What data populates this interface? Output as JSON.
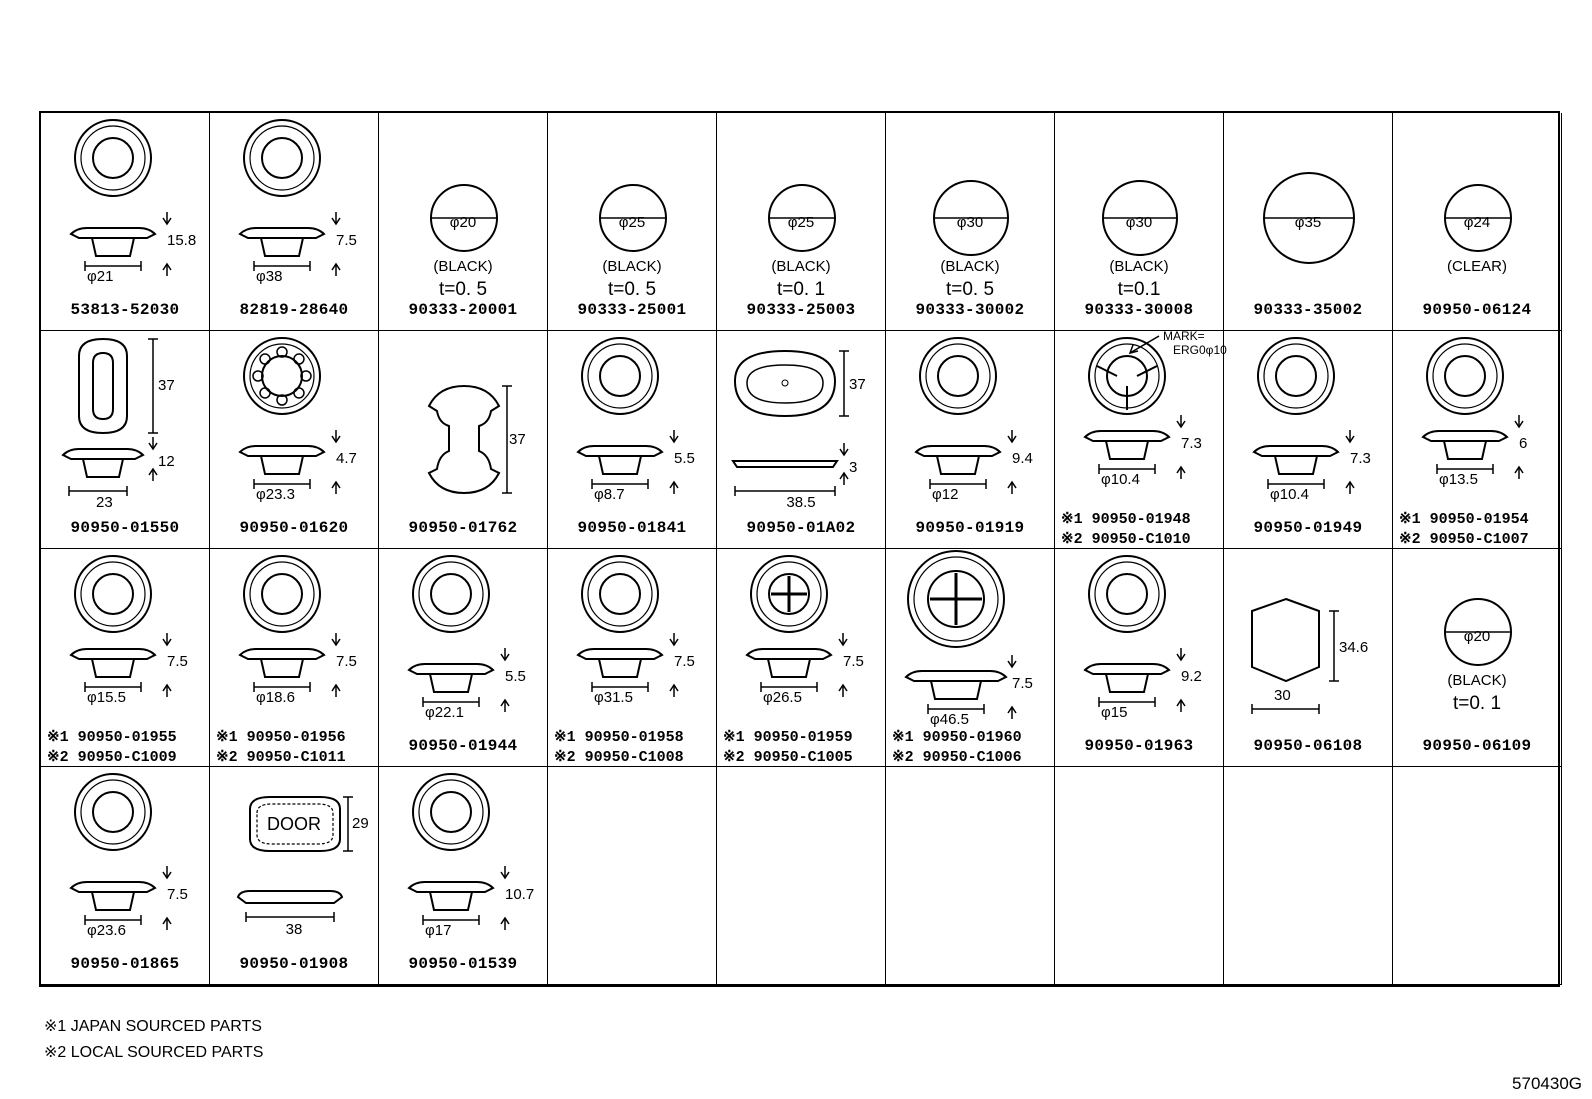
{
  "cells": [
    {
      "part": "53813-52030",
      "dims": [
        "15.8",
        "φ21"
      ]
    },
    {
      "part": "82819-28640",
      "dims": [
        "7.5",
        "φ38"
      ]
    },
    {
      "part": "90333-20001",
      "circle": "φ20",
      "color": "(BLACK)",
      "thickness": "t=0. 5"
    },
    {
      "part": "90333-25001",
      "circle": "φ25",
      "color": "(BLACK)",
      "thickness": "t=0. 5"
    },
    {
      "part": "90333-25003",
      "circle": "φ25",
      "color": "(BLACK)",
      "thickness": "t=0. 1"
    },
    {
      "part": "90333-30002",
      "circle": "φ30",
      "color": "(BLACK)",
      "thickness": "t=0. 5"
    },
    {
      "part": "90333-30008",
      "circle": "φ30",
      "color": "(BLACK)",
      "thickness": "t=0.1"
    },
    {
      "part": "90333-35002",
      "circle": "φ35"
    },
    {
      "part": "90950-06124",
      "circle": "φ24",
      "color": "(CLEAR)"
    },
    {
      "part": "90950-01550",
      "dims": [
        "37",
        "12",
        "23"
      ]
    },
    {
      "part": "90950-01620",
      "dims": [
        "4.7",
        "φ23.3"
      ]
    },
    {
      "part": "90950-01762",
      "dims": [
        "37"
      ]
    },
    {
      "part": "90950-01841",
      "dims": [
        "5.5",
        "φ8.7"
      ]
    },
    {
      "part": "90950-01A02",
      "dims": [
        "37",
        "3",
        "38.5"
      ]
    },
    {
      "part": "90950-01919",
      "dims": [
        "9.4",
        "φ12"
      ]
    },
    {
      "mark": "MARK=",
      "mark2": "ERG0φ10",
      "dims": [
        "7.3",
        "φ10.4"
      ],
      "note1": "※1 90950-01948",
      "note2": "※2 90950-C1010"
    },
    {
      "part": "90950-01949",
      "dims": [
        "7.3",
        "φ10.4"
      ]
    },
    {
      "dims": [
        "6",
        "φ13.5"
      ],
      "note1": "※1 90950-01954",
      "note2": "※2 90950-C1007"
    },
    {
      "dims": [
        "7.5",
        "φ15.5"
      ],
      "note1": "※1 90950-01955",
      "note2": "※2 90950-C1009"
    },
    {
      "dims": [
        "7.5",
        "φ18.6"
      ],
      "note1": "※1 90950-01956",
      "note2": "※2 90950-C1011"
    },
    {
      "part": "90950-01944",
      "dims": [
        "5.5",
        "φ22.1"
      ]
    },
    {
      "dims": [
        "7.5",
        "φ31.5"
      ],
      "note1": "※1 90950-01958",
      "note2": "※2 90950-C1008"
    },
    {
      "dims": [
        "7.5",
        "φ26.5"
      ],
      "note1": "※1 90950-01959",
      "note2": "※2 90950-C1005"
    },
    {
      "dims": [
        "7.5",
        "φ46.5"
      ],
      "note1": "※1 90950-01960",
      "note2": "※2 90950-C1006"
    },
    {
      "part": "90950-01963",
      "dims": [
        "9.2",
        "φ15"
      ]
    },
    {
      "part": "90950-06108",
      "dims": [
        "34.6",
        "30"
      ]
    },
    {
      "part": "90950-06109",
      "circle": "φ20",
      "color": "(BLACK)",
      "thickness": "t=0. 1"
    },
    {
      "part": "90950-01865",
      "dims": [
        "7.5",
        "φ23.6"
      ]
    },
    {
      "part": "90950-01908",
      "door": "DOOR",
      "dims": [
        "29",
        "38"
      ]
    },
    {
      "part": "90950-01539",
      "dims": [
        "10.7",
        "φ17"
      ]
    }
  ],
  "footnotes": [
    "※1 JAPAN SOURCED PARTS",
    "※2 LOCAL SOURCED PARTS"
  ],
  "diagram_code": "570430G"
}
